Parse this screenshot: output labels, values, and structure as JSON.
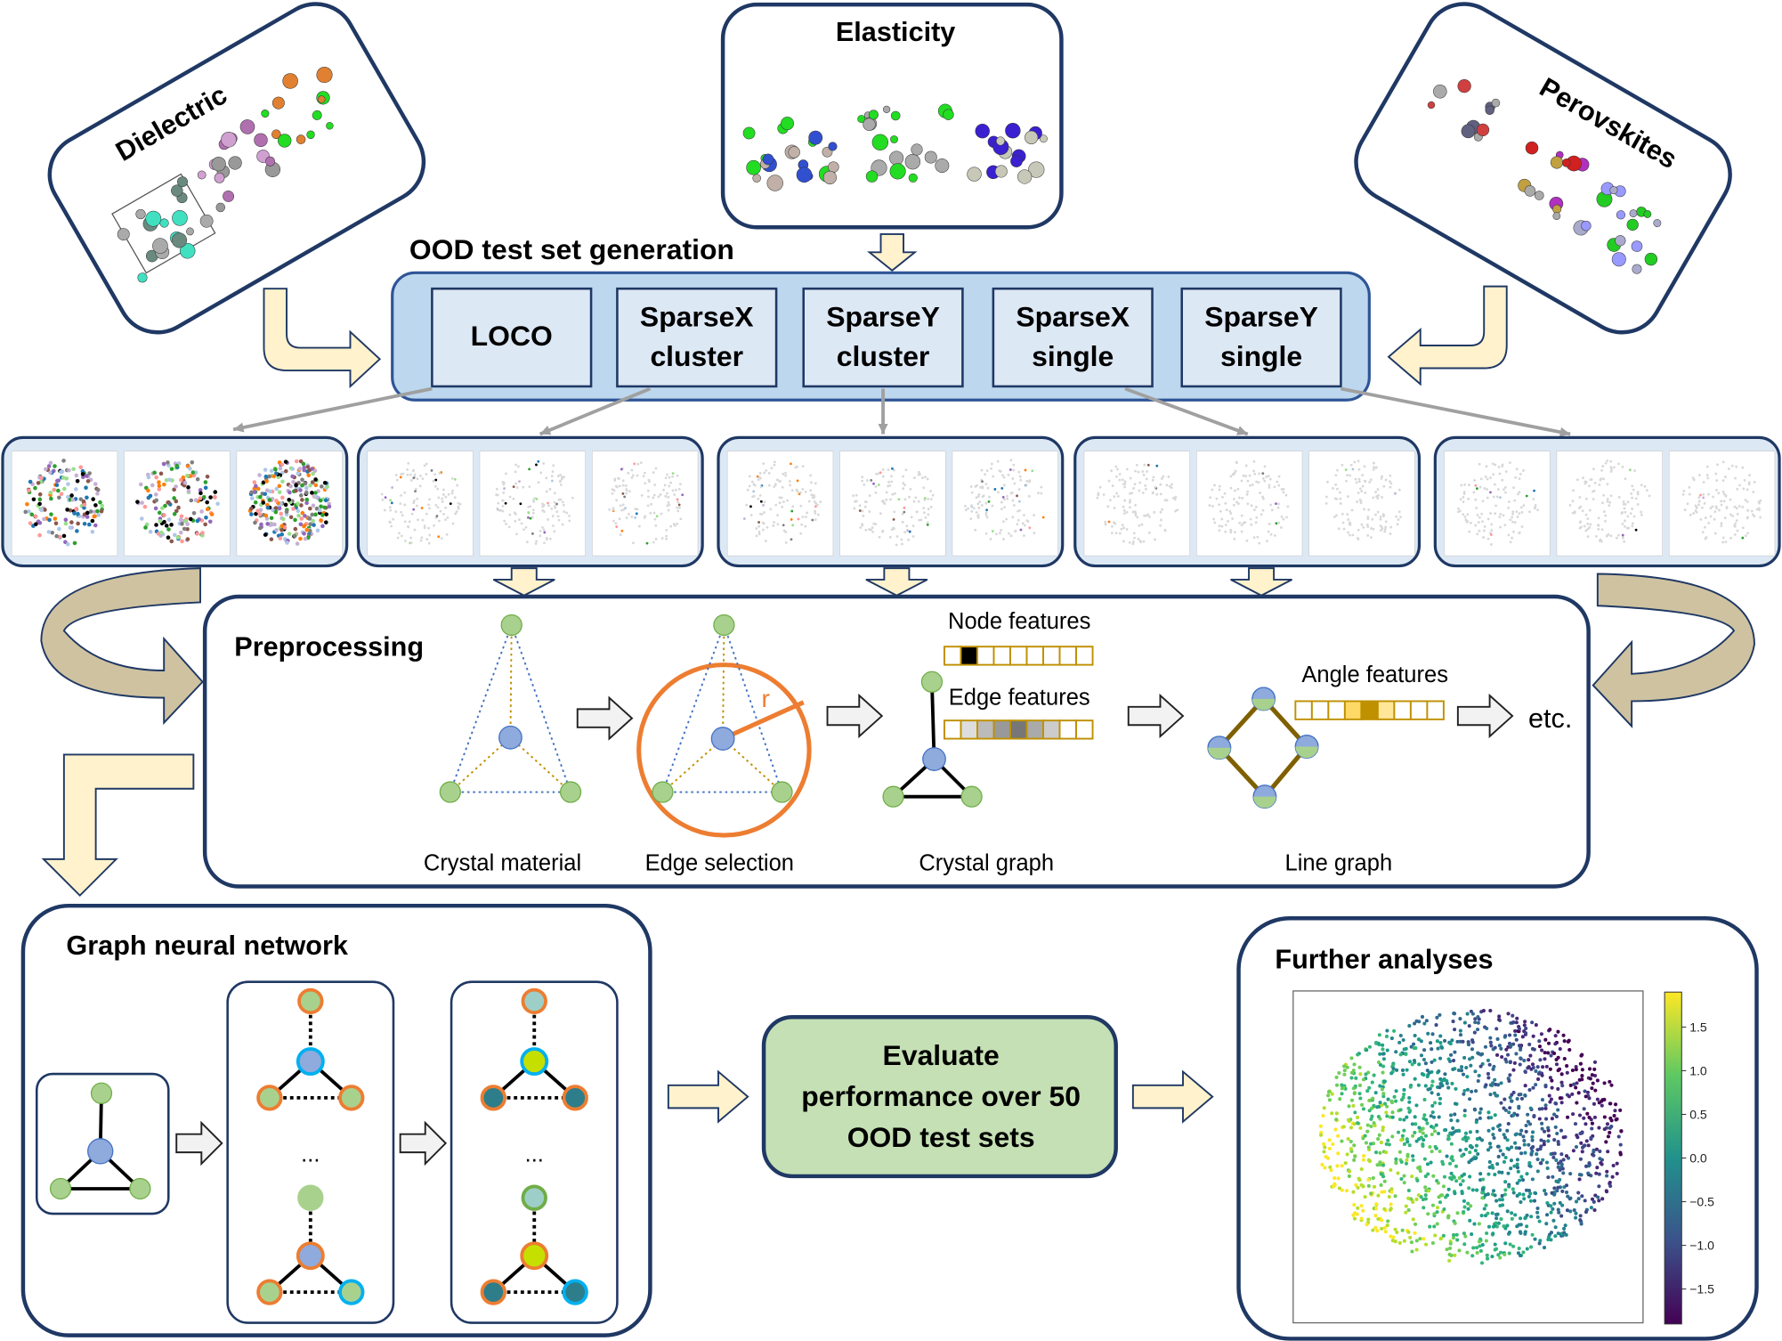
{
  "datasets": {
    "dielectric": "Dielectric",
    "elasticity": "Elasticity",
    "perovskites": "Perovskites"
  },
  "ood": {
    "title": "OOD test set generation",
    "methods": [
      {
        "line1": "LOCO",
        "line2": ""
      },
      {
        "line1": "SparseX",
        "line2": "cluster"
      },
      {
        "line1": "SparseY",
        "line2": "cluster"
      },
      {
        "line1": "SparseX",
        "line2": "single"
      },
      {
        "line1": "SparseY",
        "line2": "single"
      }
    ]
  },
  "preprocessing": {
    "title": "Preprocessing",
    "radius_label": "r",
    "node_features": "Node features",
    "edge_features": "Edge features",
    "angle_features": "Angle features",
    "etc": "etc.",
    "steps": [
      "Crystal material",
      "Edge selection",
      "Crystal graph",
      "Line graph"
    ]
  },
  "gnn": {
    "title": "Graph neural network",
    "ellipsis": "..."
  },
  "evaluate": {
    "line1": "Evaluate",
    "line2": "performance over 50",
    "line3": "OOD test sets"
  },
  "analyses": {
    "title": "Further analyses",
    "colorbar": {
      "colormap": "viridis",
      "range": [
        -1.9,
        1.9
      ],
      "ticks": [
        "1.5",
        "1.0",
        "0.5",
        "0.0",
        "−0.5",
        "−1.0",
        "−1.5"
      ]
    }
  },
  "colors": {
    "panel_blue": "#bdd7ee",
    "light_blue": "#dde8f5",
    "navy": "#1f3864",
    "arrow_cream": "#fff2cc",
    "evaluate_green": "#c5e0b4",
    "node_green": "#a9d18e",
    "node_blue": "#8faadc",
    "edge_orange": "#ed7d31"
  }
}
